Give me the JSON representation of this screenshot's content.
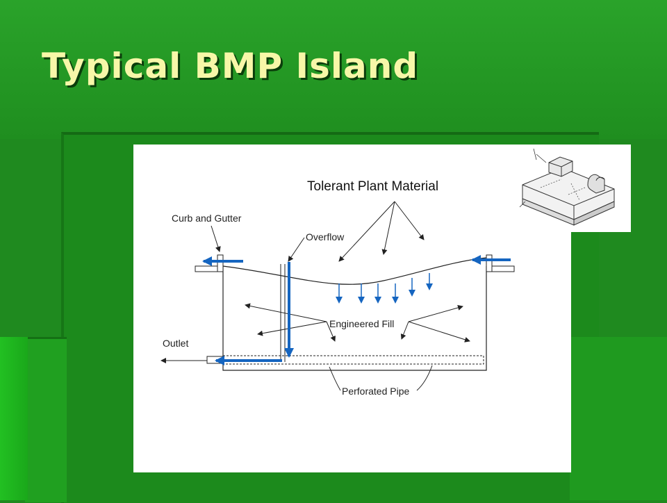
{
  "slide": {
    "title": "Typical BMP Island"
  },
  "diagram": {
    "labels": {
      "tolerant_plant_material": "Tolerant Plant Material",
      "curb_and_gutter": "Curb and Gutter",
      "overflow": "Overflow",
      "engineered_fill": "Engineered Fill",
      "outlet": "Outlet",
      "perforated_pipe": "Perforated Pipe"
    },
    "colors": {
      "flow_arrow": "#1565c0",
      "line": "#222222"
    }
  },
  "inset": {
    "icon": "curb-cut-inlet-sketch"
  }
}
